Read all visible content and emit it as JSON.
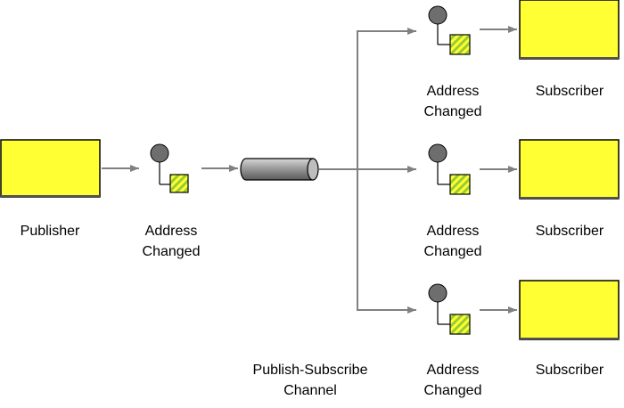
{
  "publisher": {
    "label": "Publisher"
  },
  "publisher_message": {
    "label_line1": "Address",
    "label_line2": "Changed"
  },
  "channel": {
    "label_line1": "Publish-Subscribe",
    "label_line2": "Channel"
  },
  "subscribers": [
    {
      "message_line1": "Address",
      "message_line2": "Changed",
      "label": "Subscriber"
    },
    {
      "message_line1": "Address",
      "message_line2": "Changed",
      "label": "Subscriber"
    },
    {
      "message_line1": "Address",
      "message_line2": "Changed",
      "label": "Subscriber"
    }
  ],
  "colors": {
    "box_fill": "#ffff33",
    "stroke": "#000000",
    "arrow": "#808080",
    "message_circle": "#6e6e6e",
    "message_square": "#99cc33",
    "channel_body": "#8c8c8c"
  }
}
